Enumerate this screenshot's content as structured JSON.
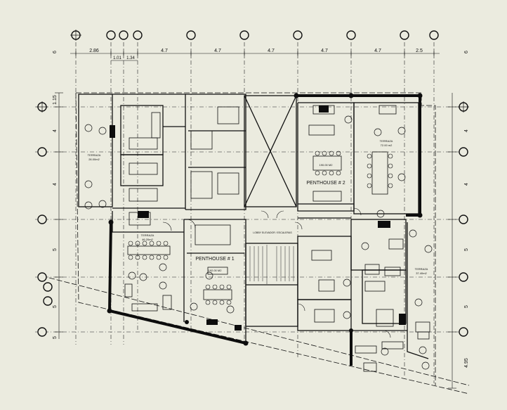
{
  "colors": {
    "background": "#ebebdf",
    "ink": "#111111",
    "wall": "#0d0d0d"
  },
  "grid": {
    "top_dims": [
      "2.86",
      "1.01",
      "1.34",
      "4.7",
      "4.7",
      "4.7",
      "4.7",
      "4.7",
      "2.5"
    ],
    "left_dims": [
      "1.15",
      "4",
      "4",
      "5",
      "5",
      "5"
    ],
    "right_dims": [
      "4",
      "4",
      "5",
      "5",
      "4.95"
    ],
    "corner_top_left": "6",
    "corner_top_right": "6"
  },
  "labels": {
    "terraza_nw": "TERRAZA",
    "terraza_nw_area": "26.00m2",
    "terraza_w": "TERRAZA",
    "terraza_w_area": "46.20m2",
    "terraza_ne": "TERRAZA",
    "terraza_ne_area": "72.00 m2",
    "terraza_se": "TERRAZA",
    "terraza_se_area": "37.40m2",
    "penthouse_1": "PENTHOUSE # 1",
    "penthouse_1_area": "192.00 M2",
    "penthouse_2": "PENTHOUSE # 2",
    "penthouse_2_area": "190.00 M2",
    "lobby": "LOBBY ELEVADOR / ESCALERAS"
  }
}
